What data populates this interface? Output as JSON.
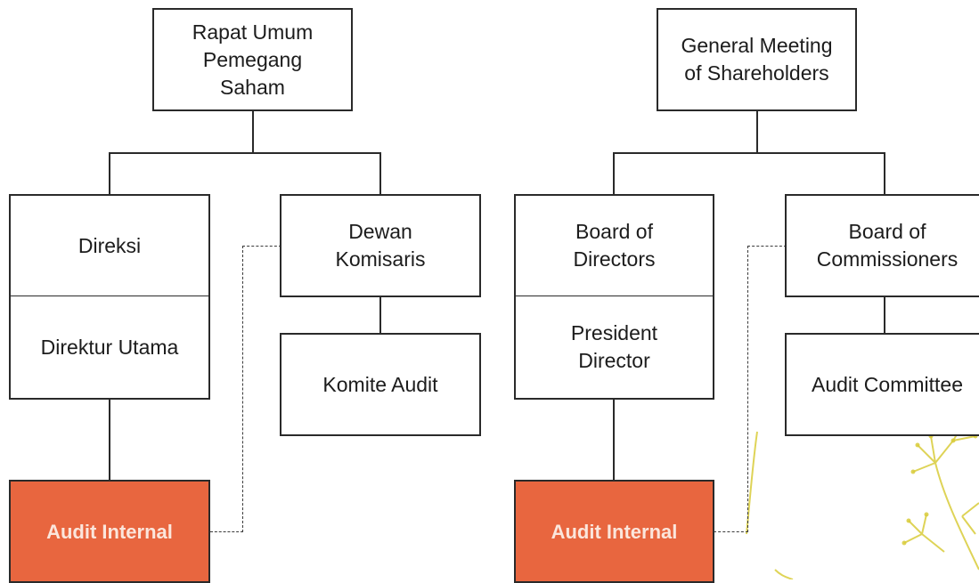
{
  "colors": {
    "line": "#2a2a2a",
    "box_border": "#2a2a2a",
    "accent_fill": "#e8663f",
    "accent_text": "#fbe6dc",
    "decor_plant": "#d9cc3a"
  },
  "decoration": {
    "icon": "plant-flower-icon"
  },
  "charts": [
    {
      "language": "Indonesian",
      "root": "Rapat Umum\nPemegang\nSaham",
      "directors": "Direksi",
      "president_director": "Direktur Utama",
      "commissioners": "Dewan\nKomisaris",
      "audit_committee": "Komite Audit",
      "internal_audit": "Audit Internal"
    },
    {
      "language": "English",
      "root": "General Meeting\nof Shareholders",
      "directors": "Board of\nDirectors",
      "president_director": "President\nDirector",
      "commissioners": "Board of\nCommissioners",
      "audit_committee": "Audit Committee",
      "internal_audit": "Audit Internal"
    }
  ]
}
